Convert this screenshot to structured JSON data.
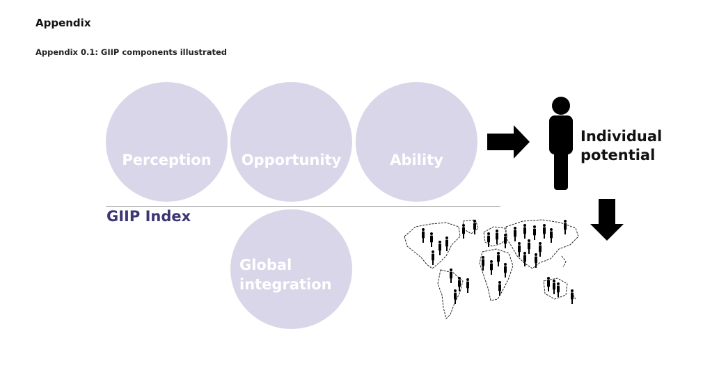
{
  "heading": "Appendix",
  "subheading": "Appendix 0.1: GIIP components illustrated",
  "components": [
    {
      "label": "Perception"
    },
    {
      "label": "Opportunity"
    },
    {
      "label": "Ability"
    }
  ],
  "index_label": "GIIP Index",
  "global": {
    "line1": "Global",
    "line2": "integration"
  },
  "outcome": {
    "line1": "Individual",
    "line2": "potential"
  },
  "colors": {
    "circle_fill": "#d8d6e8",
    "circle_text": "#ffffff",
    "index_text": "#3c3774",
    "icon_fill": "#000000"
  },
  "icons": {
    "arrow_right": "arrow-right-icon",
    "arrow_down": "arrow-down-icon",
    "person": "person-icon",
    "world_map": "world-map-people-icon"
  }
}
